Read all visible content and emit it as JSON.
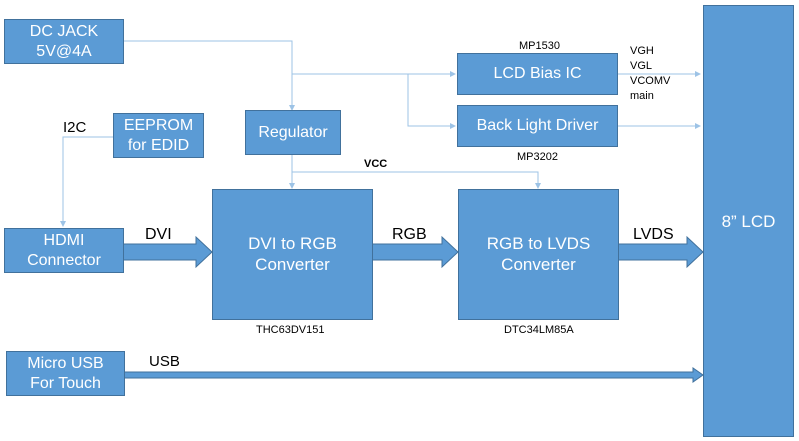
{
  "blocks": {
    "dc_jack": {
      "line1": "DC JACK",
      "line2": "5V@4A"
    },
    "eeprom": {
      "line1": "EEPROM",
      "line2": "for EDID"
    },
    "regulator": {
      "label": "Regulator"
    },
    "hdmi": {
      "line1": "HDMI",
      "line2": "Connector"
    },
    "dvi_rgb": {
      "line1": "DVI to RGB",
      "line2": "Converter",
      "part": "THC63DV151"
    },
    "rgb_lvds": {
      "line1": "RGB to LVDS",
      "line2": "Converter",
      "part": "DTC34LM85A"
    },
    "lcd_bias": {
      "label": "LCD Bias IC",
      "part": "MP1530"
    },
    "backlight": {
      "label": "Back Light Driver",
      "part": "MP3202"
    },
    "lcd": {
      "label": "8” LCD"
    },
    "micro_usb": {
      "line1": "Micro USB",
      "line2": "For Touch"
    }
  },
  "signals": {
    "i2c": "I2C",
    "dvi": "DVI",
    "rgb": "RGB",
    "lvds": "LVDS",
    "usb": "USB",
    "vcc": "VCC",
    "bias_outputs": [
      "VGH",
      "VGL",
      "VCOMV",
      "main"
    ]
  },
  "colors": {
    "block_fill": "#5b9bd5",
    "block_border": "#41719c",
    "wire": "#9dc3e6"
  }
}
